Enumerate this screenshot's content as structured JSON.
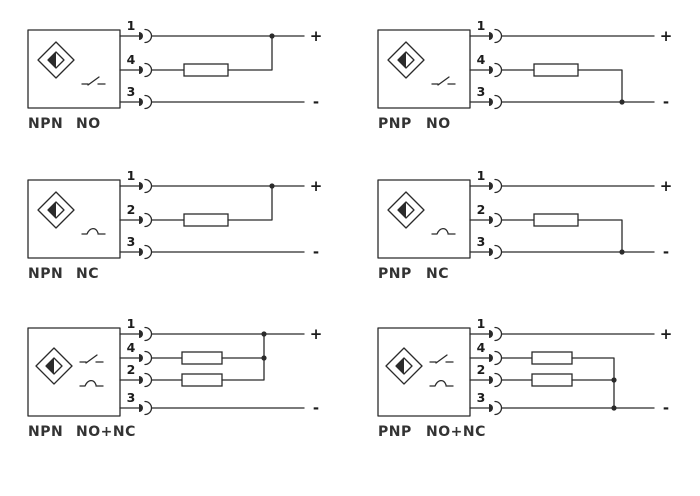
{
  "page": {
    "background": "#ffffff",
    "ink_color": "#2b2b2b"
  },
  "icons": {
    "proximity_sensor": "double-diamond",
    "plug_connector": "socket-arc",
    "load_resistor": "rectangle",
    "no_contact": "diagonal-make-contact",
    "nc_contact": "curved-break-contact"
  },
  "diagrams": [
    {
      "id": "npn-no",
      "type": "NPN",
      "mode": "NO",
      "terminals": [
        "1",
        "4",
        "3"
      ],
      "plus": "+",
      "minus": "-"
    },
    {
      "id": "pnp-no",
      "type": "PNP",
      "mode": "NO",
      "terminals": [
        "1",
        "4",
        "3"
      ],
      "plus": "+",
      "minus": "-"
    },
    {
      "id": "npn-nc",
      "type": "NPN",
      "mode": "NC",
      "terminals": [
        "1",
        "2",
        "3"
      ],
      "plus": "+",
      "minus": "-"
    },
    {
      "id": "pnp-nc",
      "type": "PNP",
      "mode": "NC",
      "terminals": [
        "1",
        "2",
        "3"
      ],
      "plus": "+",
      "minus": "-"
    },
    {
      "id": "npn-nonc",
      "type": "NPN",
      "mode": "NO+NC",
      "terminals": [
        "1",
        "4",
        "2",
        "3"
      ],
      "plus": "+",
      "minus": "-"
    },
    {
      "id": "pnp-nonc",
      "type": "PNP",
      "mode": "NO+NC",
      "terminals": [
        "1",
        "4",
        "2",
        "3"
      ],
      "plus": "+",
      "minus": "-"
    }
  ]
}
